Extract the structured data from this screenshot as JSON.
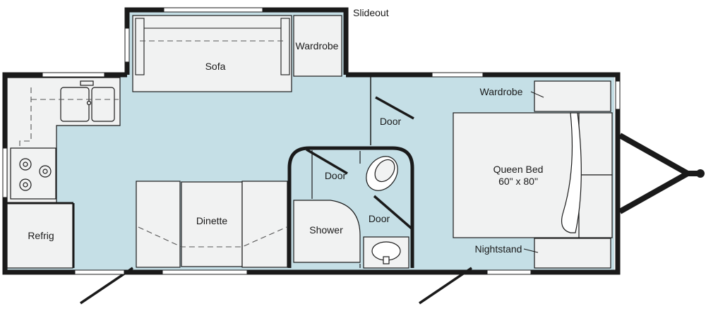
{
  "colors": {
    "floor": "#c5dfe6",
    "fixture": "#f1f2f2",
    "wall": "#1a1a1a",
    "window": "#ffffff",
    "line": "#555555"
  },
  "labels": {
    "slideout": "Slideout",
    "sofa": "Sofa",
    "wardrobe_slide": "Wardrobe",
    "wardrobe_bed": "Wardrobe",
    "door_bedroom": "Door",
    "door_bath_left": "Door",
    "door_bath_lower": "Door",
    "queen_bed_line1": "Queen Bed",
    "queen_bed_line2": "60\" x 80\"",
    "dinette": "Dinette",
    "shower": "Shower",
    "refrig": "Refrig",
    "nightstand": "Nightstand"
  }
}
